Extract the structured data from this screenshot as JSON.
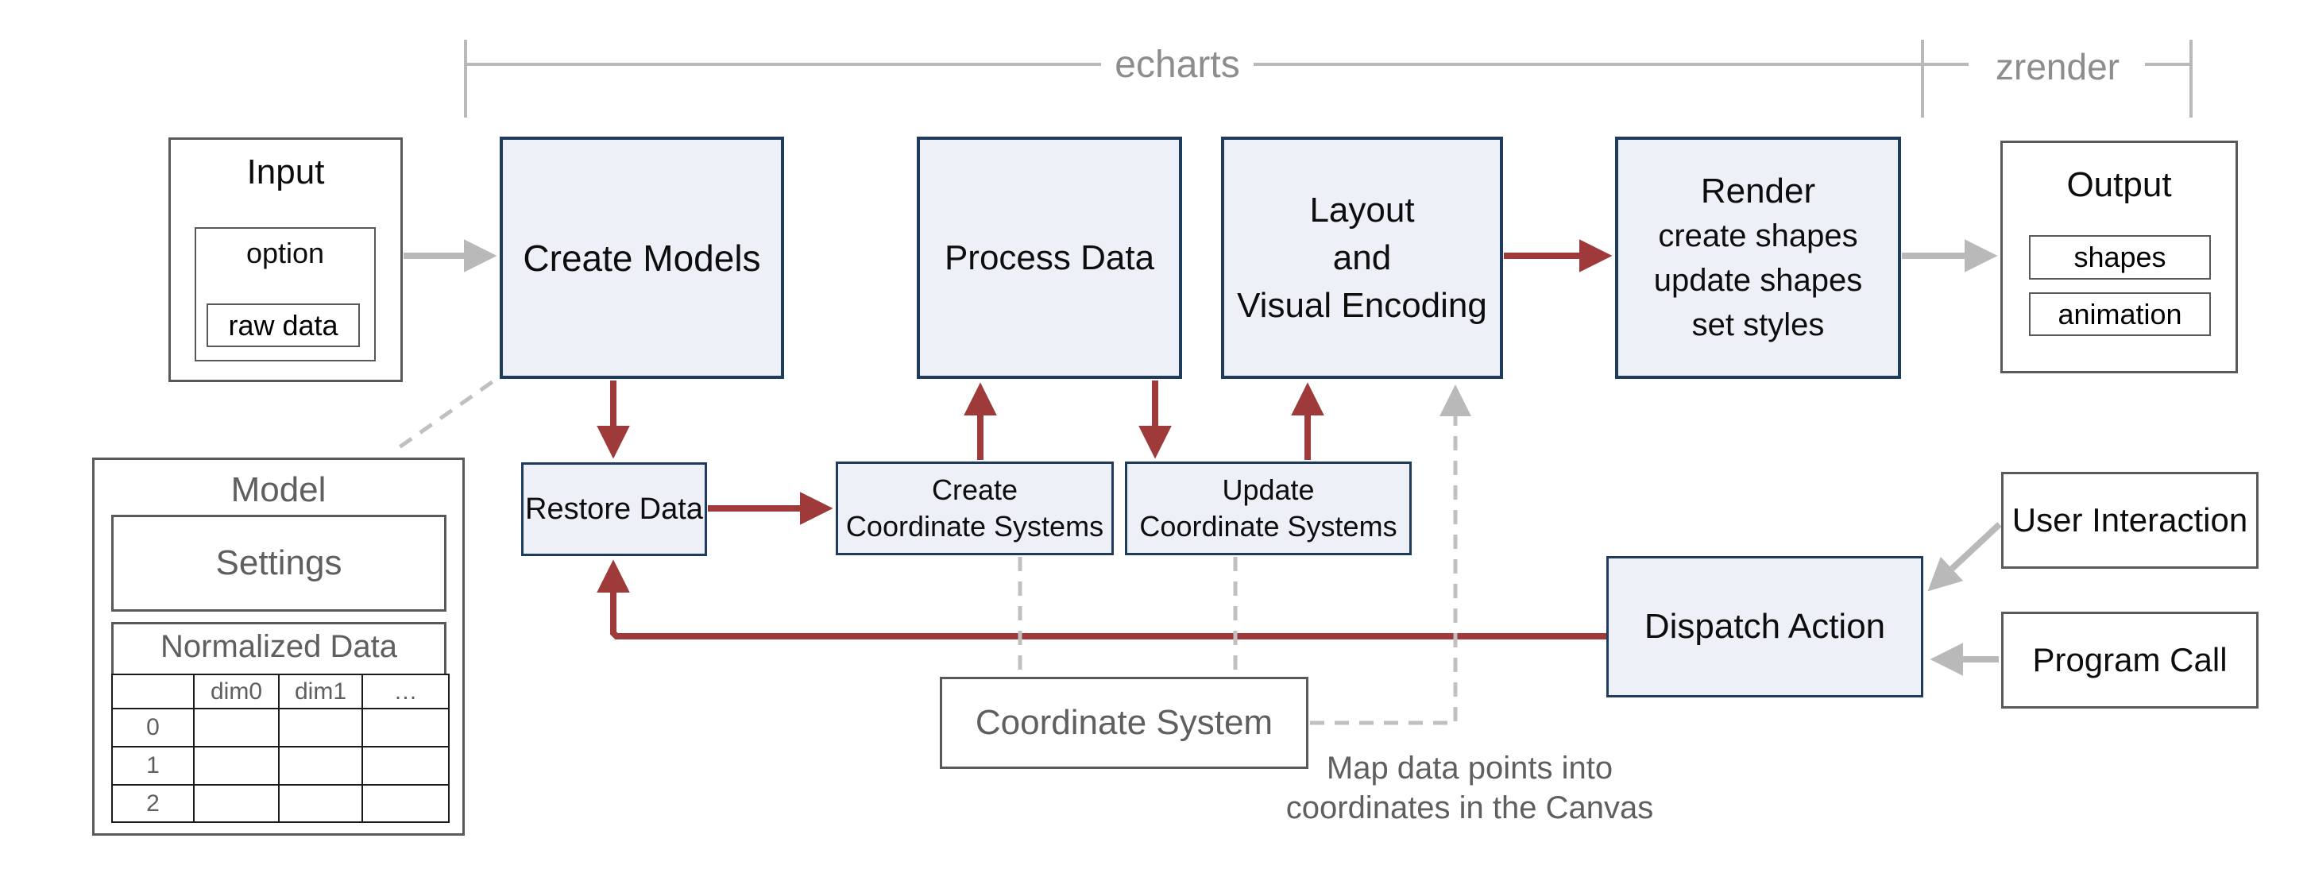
{
  "brackets": {
    "echarts_label": "echarts",
    "zrender_label": "zrender"
  },
  "nodes": {
    "input": {
      "title": "Input",
      "option": "option",
      "raw_data": "raw data"
    },
    "create_models": {
      "label": "Create Models"
    },
    "process_data": {
      "label": "Process Data"
    },
    "layout_encoding": {
      "line1": "Layout",
      "line2": "and",
      "line3": "Visual Encoding"
    },
    "render": {
      "title": "Render",
      "line1": "create shapes",
      "line2": "update shapes",
      "line3": "set styles"
    },
    "output": {
      "title": "Output",
      "shapes": "shapes",
      "animation": "animation"
    },
    "restore_data": {
      "label": "Restore Data"
    },
    "create_coord": {
      "line1": "Create",
      "line2": "Coordinate Systems"
    },
    "update_coord": {
      "line1": "Update",
      "line2": "Coordinate Systems"
    },
    "coordinate_system": {
      "label": "Coordinate System"
    },
    "dispatch_action": {
      "label": "Dispatch Action"
    },
    "user_interaction": {
      "label": "User Interaction"
    },
    "program_call": {
      "label": "Program Call"
    },
    "model": {
      "title": "Model",
      "settings": "Settings",
      "normalized_data": "Normalized Data",
      "table": {
        "headers": [
          "",
          "dim0",
          "dim1",
          "…"
        ],
        "rows": [
          [
            "0",
            "",
            "",
            ""
          ],
          [
            "1",
            "",
            "",
            ""
          ],
          [
            "2",
            "",
            "",
            ""
          ]
        ]
      }
    }
  },
  "caption": {
    "line1": "Map data points into",
    "line2": "coordinates in the Canvas"
  },
  "colors": {
    "node_fill": "#edf1f7",
    "node_border": "#1f3c5c",
    "arrow_red": "#9e3a3a",
    "arrow_gray": "#b9b9b9",
    "bracket_line": "#b9b9b9",
    "text_black": "#0d0d0d",
    "text_gray": "#5f5f5f",
    "bracket_text": "#8d8d8d"
  }
}
